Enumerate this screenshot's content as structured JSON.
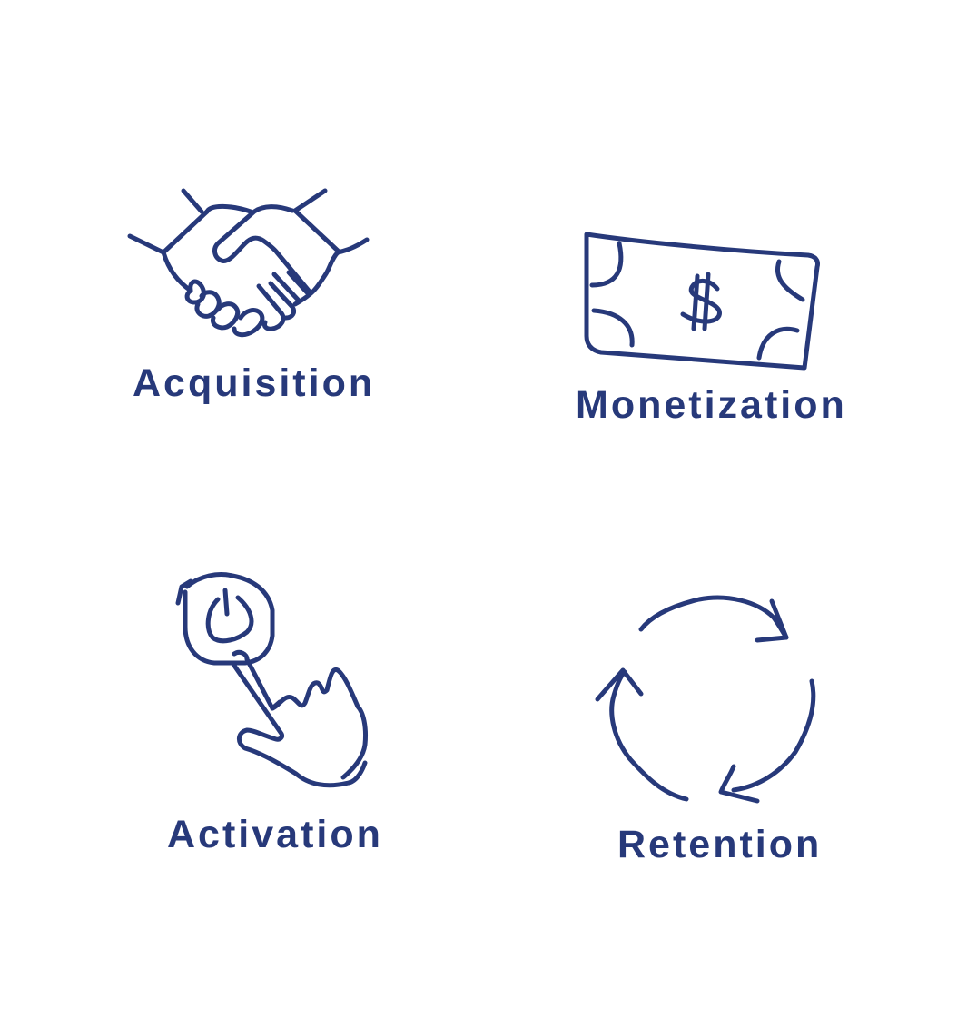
{
  "theme": {
    "ink_color": "#27397a"
  },
  "items": [
    {
      "label": "Acquisition",
      "icon": "handshake-icon"
    },
    {
      "label": "Monetization",
      "icon": "banknote-icon"
    },
    {
      "label": "Activation",
      "icon": "power-button-tap-icon"
    },
    {
      "label": "Retention",
      "icon": "cycle-arrows-icon"
    }
  ]
}
